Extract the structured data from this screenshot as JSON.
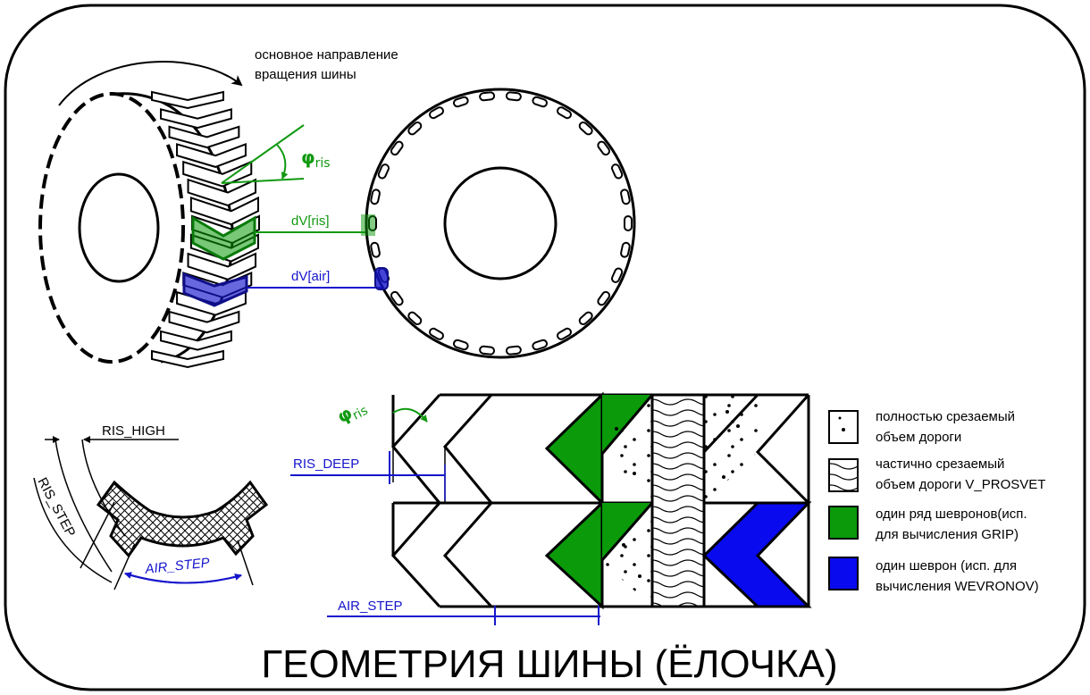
{
  "rotation_note": [
    "основное направление",
    "вращения шины"
  ],
  "labels": {
    "phi_ris_main": "φ",
    "phi_ris_sub": "ris",
    "dv_ris": "dV[ris]",
    "dv_air": "dV[air]",
    "ris_high": "RIS_HIGH",
    "ris_step": "RIS_STEP",
    "air_step_arc": "AIR_STEP",
    "ris_deep": "RIS_DEEP",
    "air_step": "AIR_STEP",
    "phi_strip_main": "φ",
    "phi_strip_sub": "ris"
  },
  "legend": [
    {
      "lines": [
        "полностью срезаемый",
        "объем дороги"
      ]
    },
    {
      "lines": [
        "частично срезаемый",
        "объем дороги V_PROSVET"
      ]
    },
    {
      "lines": [
        "один ряд шевронов(исп.",
        "для вычисления GRIP)"
      ]
    },
    {
      "lines": [
        "один шеврон (исп. для",
        "вычисления WEVRONOV)"
      ]
    }
  ],
  "title": "ГЕОМЕТРИЯ ШИНЫ (ЁЛОЧКА)",
  "colors": {
    "green": "#119911",
    "green_fill": "#0a9a0a",
    "blue": "#1515cc",
    "blue_fill": "#0a0aee"
  }
}
